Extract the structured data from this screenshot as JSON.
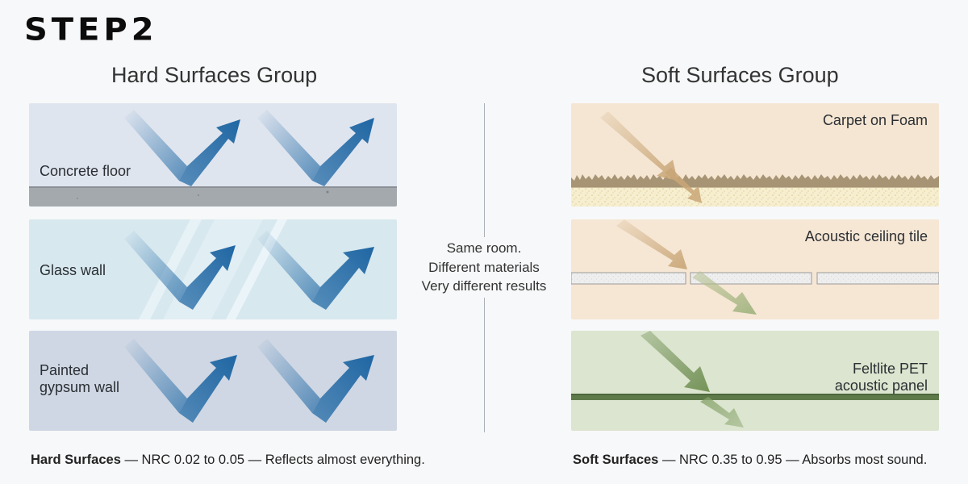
{
  "step_title": "STEP2",
  "hard_group": {
    "title": "Hard Surfaces Group",
    "panels": [
      {
        "label": "Concrete floor",
        "color": "#dfe5ef"
      },
      {
        "label": "Glass wall",
        "color": "#d7e8ef"
      },
      {
        "label_line1": "Painted",
        "label_line2": "gypsum wall",
        "color": "#cfd7e4"
      }
    ]
  },
  "soft_group": {
    "title": "Soft Surfaces Group",
    "panels": [
      {
        "label": "Carpet on Foam",
        "color": "#f5e6d3"
      },
      {
        "label": "Acoustic ceiling tile",
        "color": "#f6e6d4"
      },
      {
        "label_line1": "Feltlite PET",
        "label_line2": "acoustic panel",
        "color": "#dbe5cf"
      }
    ]
  },
  "center_text": {
    "line1": "Same room.",
    "line2": "Different materials",
    "line3": "Very different results"
  },
  "footer_hard": {
    "bold": "Hard Surfaces",
    "text": " — NRC 0.02 to 0.05 — Reflects almost everything."
  },
  "footer_soft": {
    "bold": "Soft Surfaces",
    "text": " — NRC 0.35 to 0.95 — Absorbs most sound."
  },
  "colors": {
    "reflect_arrow": "#2a6fa8",
    "carpet_arrow": "#c8a574",
    "panel_arrow": "#7d9a5e"
  }
}
